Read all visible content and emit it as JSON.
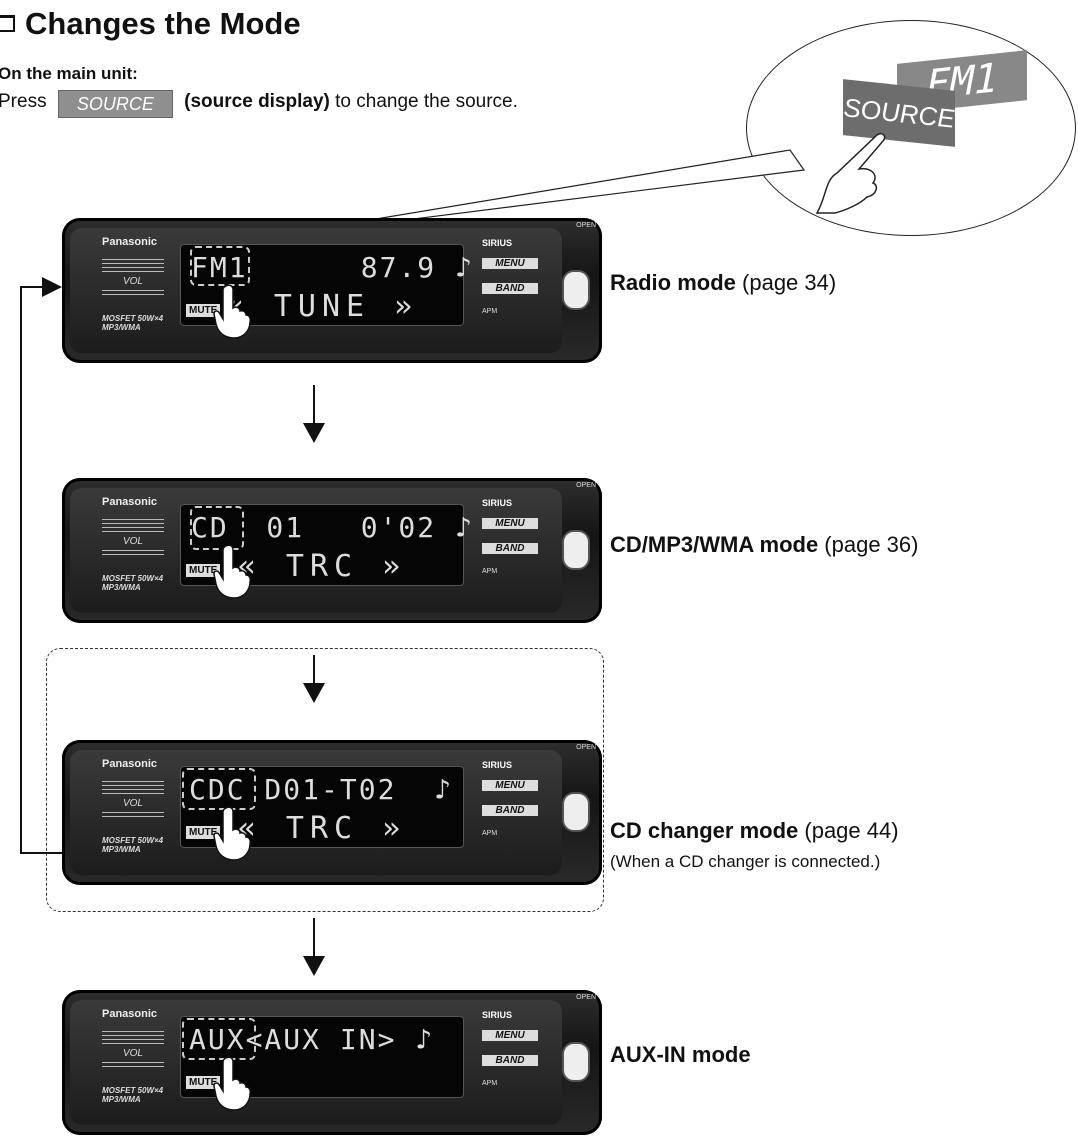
{
  "heading": {
    "title": "Changes the Mode"
  },
  "instructions": {
    "on_main_unit": "On the main unit:",
    "press_prefix": "Press",
    "source_button": "SOURCE",
    "source_display": "(source display)",
    "press_suffix": "to change the source."
  },
  "callout": {
    "display_text": "FM1",
    "button_text": "SOURCE"
  },
  "unit_common": {
    "brand": "Panasonic",
    "vol": "VOL",
    "mosfet_line1": "MOSFET 50W×4",
    "mosfet_line2": "MP3/WMA",
    "mute": "MUTE",
    "sirius": "SIRIUS",
    "menu": "MENU",
    "band": "BAND",
    "apm": "APM",
    "open": "OPEN"
  },
  "modes": [
    {
      "display_top": "FM1      87.9 ♪",
      "display_bottom": "« TUNE »",
      "label_bold": "Radio mode",
      "label_page": " (page 34)"
    },
    {
      "display_top": "CD  01   0'02 ♪",
      "display_bottom": "« TRC »",
      "label_bold": "CD/MP3/WMA mode",
      "label_page": " (page 36)"
    },
    {
      "display_top": "CDC D01-T02  ♪",
      "display_bottom": "« TRC »",
      "label_bold": "CD changer mode",
      "label_page": " (page 44)",
      "note": "(When a CD changer is connected.)"
    },
    {
      "display_top": "AUX<AUX IN> ♪",
      "display_bottom": "",
      "label_bold": "AUX-IN mode",
      "label_page": ""
    }
  ]
}
